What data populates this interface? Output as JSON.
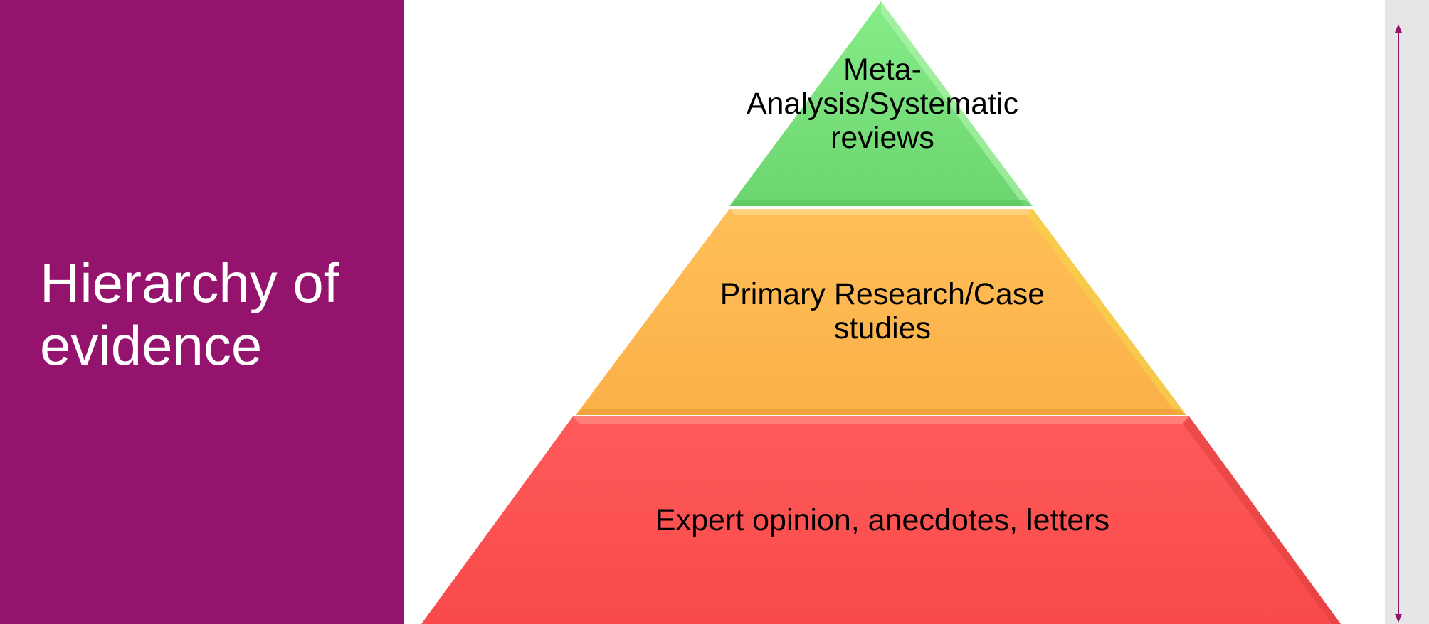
{
  "slide": {
    "title": "Hierarchy of evidence"
  },
  "pyramid": {
    "tiers": [
      {
        "label": "Meta-\nAnalysis/Systematic\nreviews",
        "color": "#72dc74"
      },
      {
        "label": "Primary Research/Case\nstudies",
        "color": "#fdb64e"
      },
      {
        "label": "Expert opinion, anecdotes, letters",
        "color": "#fe5050"
      }
    ]
  },
  "colors": {
    "panel": "#94136c",
    "arrow": "#94136c",
    "strip": "#e6e6e6"
  }
}
